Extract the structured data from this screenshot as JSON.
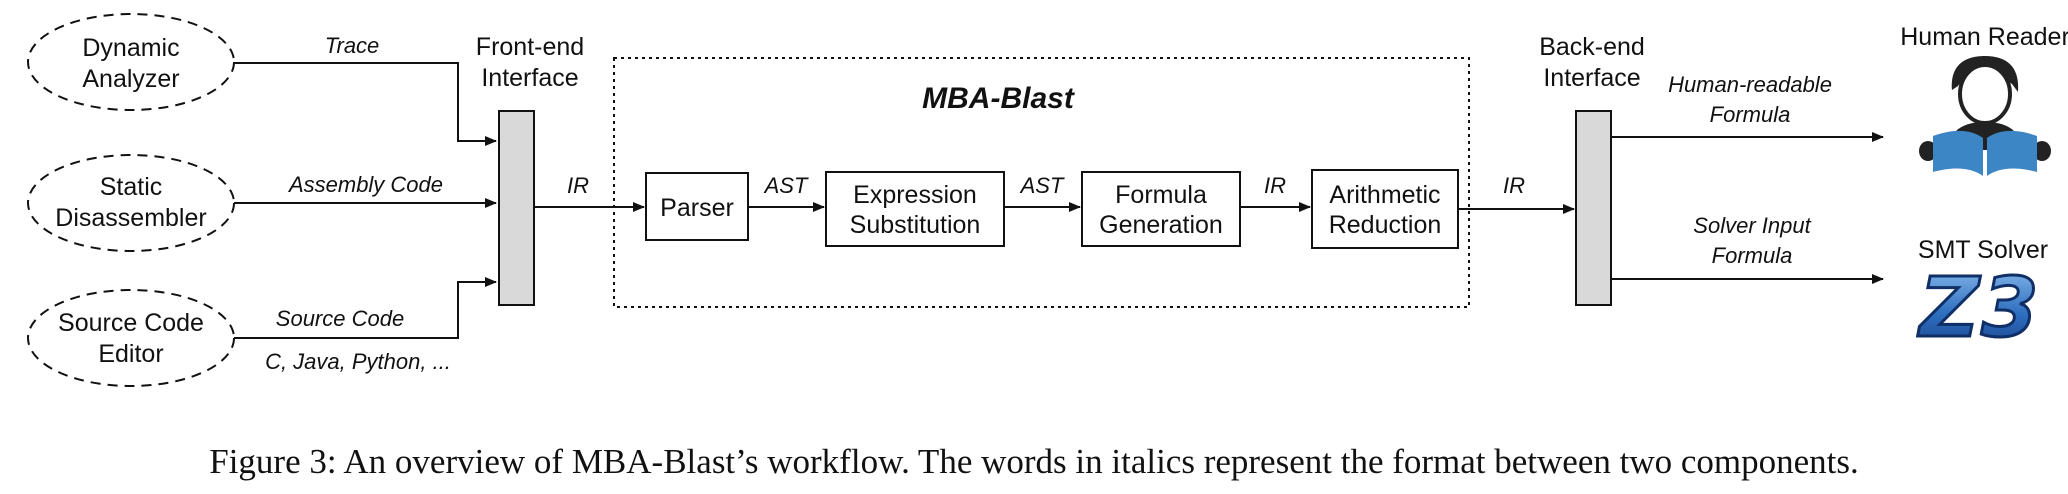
{
  "sources": {
    "dynamic": [
      "Dynamic",
      "Analyzer"
    ],
    "static": [
      "Static",
      "Disassembler"
    ],
    "editor": [
      "Source Code",
      "Editor"
    ]
  },
  "edges": {
    "trace": "Trace",
    "assembly": "Assembly Code",
    "source": "Source Code",
    "languages": "C, Java, Python, ...",
    "ir": "IR",
    "ast": "AST",
    "human_formula": [
      "Human-readable",
      "Formula"
    ],
    "solver_formula": [
      "Solver Input",
      "Formula"
    ]
  },
  "interfaces": {
    "front": [
      "Front-end",
      "Interface"
    ],
    "back": [
      "Back-end",
      "Interface"
    ]
  },
  "pipeline": {
    "title": "MBA-Blast",
    "parser": [
      "Parser"
    ],
    "substitution": [
      "Expression",
      "Substitution"
    ],
    "generation": [
      "Formula",
      "Generation"
    ],
    "reduction": [
      "Arithmetic",
      "Reduction"
    ]
  },
  "outputs": {
    "human": "Human Reader",
    "smt": "SMT Solver",
    "z3_logo": "Z3",
    "colors": {
      "reader_blue": "#3c86c6",
      "z3_blue": "#1f5aa8"
    }
  },
  "caption": "Figure 3: An overview of MBA-Blast’s workflow. The words in italics represent the format between two components."
}
